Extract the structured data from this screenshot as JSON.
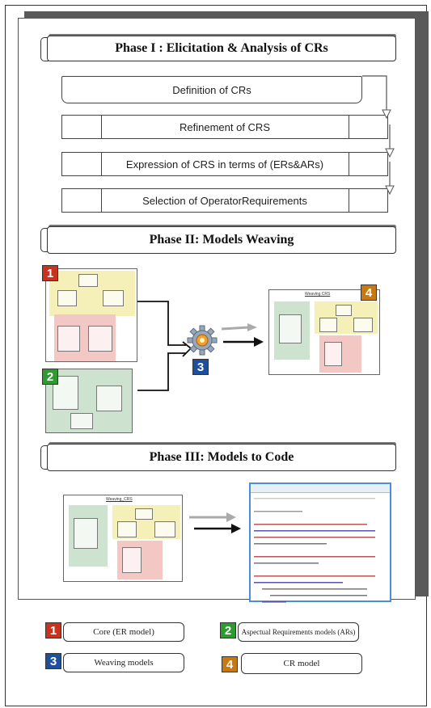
{
  "phase1": {
    "title": "Phase I : Elicitation & Analysis of CRs",
    "steps": [
      "Definition of CRs",
      "Refinement of CRS",
      "Expression of CRS in terms of (ERs&ARs)",
      "Selection of OperatorRequirements"
    ]
  },
  "phase2": {
    "title": "Phase II: Models Weaving",
    "diagram_title": "Weaving CRS"
  },
  "phase3": {
    "title": "Phase III: Models to Code",
    "diagram_title": "Weaving_CRS"
  },
  "badges": {
    "b1": "1",
    "b2": "2",
    "b3": "3",
    "b4": "4"
  },
  "legend": {
    "core": "Core (ER model)",
    "aspectual": "Aspectual Requirements models (ARs)",
    "weaving": "Weaving models",
    "cr": "CR model"
  },
  "colors": {
    "core_badge": "#c8321e",
    "aspect_badge": "#2f9a2f",
    "weaving_badge": "#1e4f9c",
    "cr_badge": "#c87a10",
    "editor_border": "#4a8fd6"
  }
}
